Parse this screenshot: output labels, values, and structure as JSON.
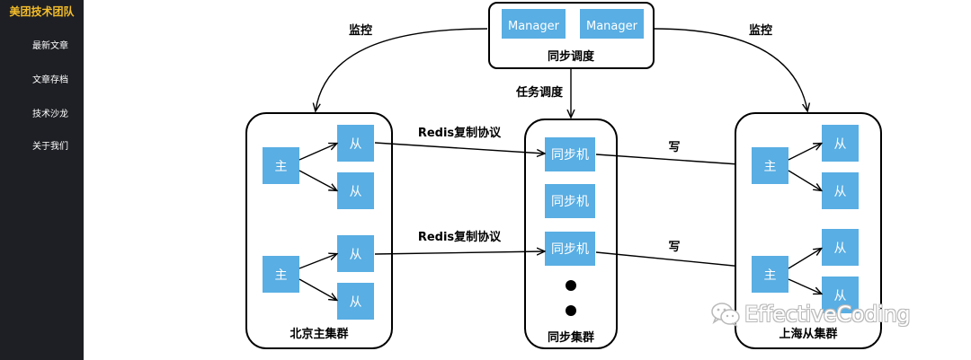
{
  "sidebar": {
    "brand": "美团技术团队",
    "items": [
      {
        "label": "最新文章"
      },
      {
        "label": "文章存档"
      },
      {
        "label": "技术沙龙"
      },
      {
        "label": "关于我们"
      }
    ]
  },
  "diagram": {
    "scheduler": {
      "title": "同步调度",
      "managers": [
        "Manager",
        "Manager"
      ]
    },
    "labels": {
      "monitor_left": "监控",
      "monitor_right": "监控",
      "task_schedule": "任务调度",
      "redis_replication_1": "Redis复制协议",
      "redis_replication_2": "Redis复制协议",
      "write_1": "写",
      "write_2": "写"
    },
    "beijing": {
      "title": "北京主集群",
      "master": "主",
      "slave": "从"
    },
    "sync_cluster": {
      "title": "同步集群",
      "machines": [
        "同步机",
        "同步机",
        "同步机"
      ]
    },
    "shanghai": {
      "title": "上海从集群",
      "master": "主",
      "slave": "从"
    },
    "colors": {
      "box_blue": "#59aee3",
      "line": "#000000"
    }
  },
  "watermark": {
    "text": "EffectiveCoding",
    "icon": "wechat-icon"
  }
}
